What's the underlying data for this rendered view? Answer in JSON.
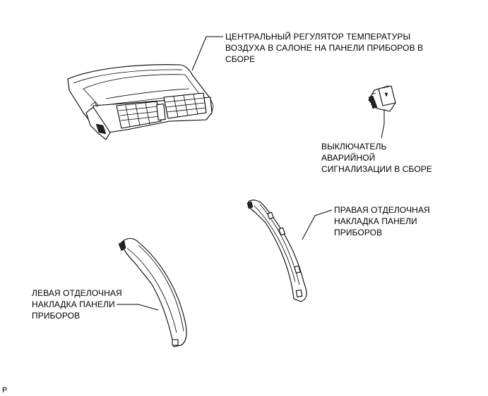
{
  "labels": {
    "center_vent": [
      "ЦЕНТРАЛЬНЫЙ РЕГУЛЯТОР ТЕМПЕРАТУРЫ",
      "ВОЗДУХА В САЛОНЕ НА ПАНЕЛИ ПРИБОРОВ В",
      "СБОРЕ"
    ],
    "hazard_switch": [
      "ВЫКЛЮЧАТЕЛЬ",
      "АВАРИЙНОЙ",
      "СИГНАЛИЗАЦИИ В СБОРЕ"
    ],
    "right_trim": [
      "ПРАВАЯ ОТДЕЛОЧНАЯ",
      "НАКЛАДКА ПАНЕЛИ",
      "ПРИБОРОВ"
    ],
    "left_trim": [
      "ЛЕВАЯ ОТДЕЛОЧНАЯ",
      "НАКЛАДКА ПАНЕЛИ",
      "ПРИБОРОВ"
    ]
  },
  "corner_code": "P"
}
